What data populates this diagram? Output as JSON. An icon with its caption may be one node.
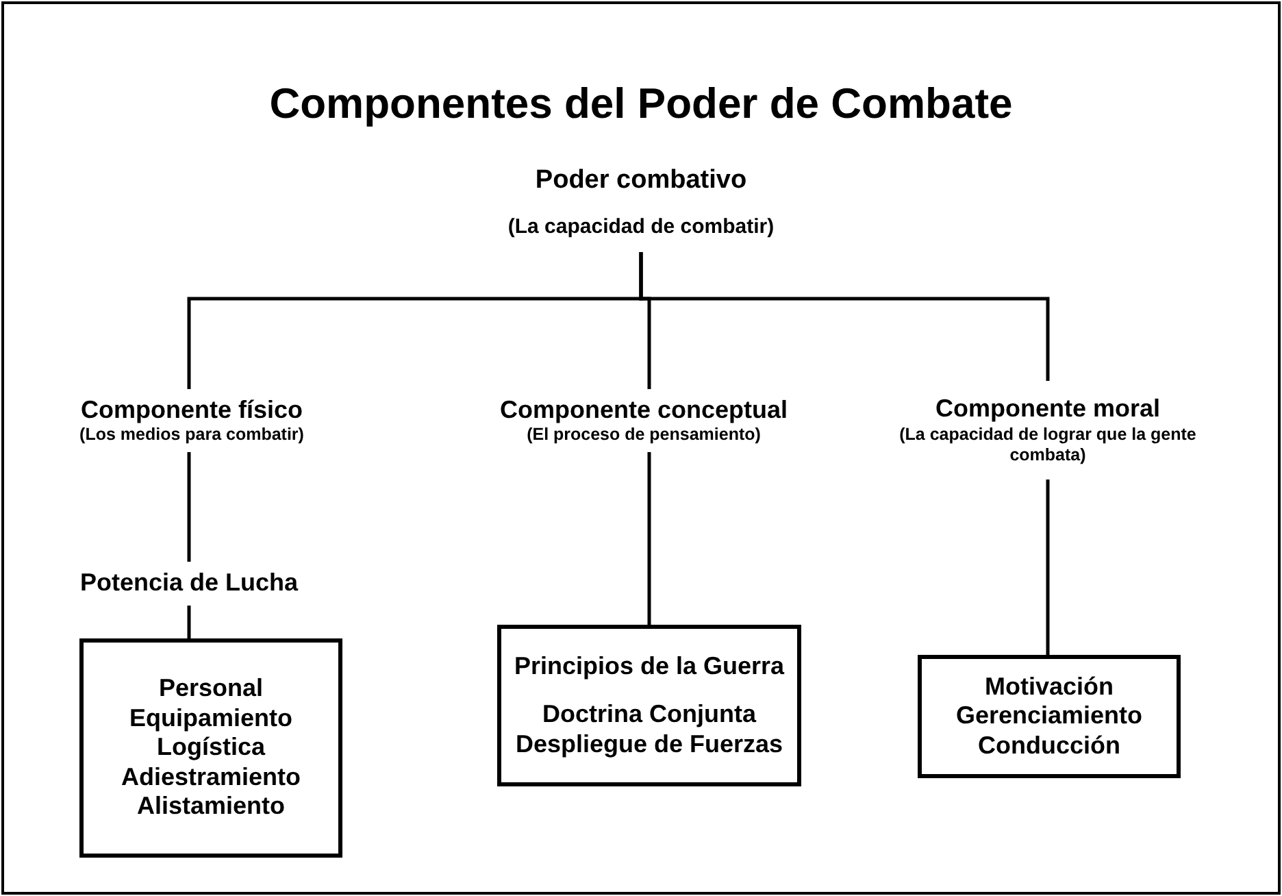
{
  "diagram": {
    "title": "Componentes del Poder de Combate",
    "nodes": [
      {
        "text": [
          "Poder combativo",
          "(La capacidad de combatir)"
        ]
      },
      {
        "text": [
          "Componente físico",
          "(Los medios para combatir)"
        ]
      },
      {
        "text": [
          "Componente conceptual",
          "(El proceso de pensamiento)"
        ]
      },
      {
        "text": [
          "Componente moral",
          "(La capacidad de lograr que la gente combata)"
        ]
      },
      {
        "text": [
          "Potencia de Lucha"
        ]
      },
      {
        "text": [
          "Personal",
          "Equipamiento",
          "Logística",
          "Adiestramiento",
          "Alistamiento"
        ]
      },
      {
        "text": [
          "Principios de la Guerra",
          "Doctrina Conjunta",
          "Despliegue de Fuerzas"
        ]
      },
      {
        "text": [
          "Motivación",
          "Gerenciamiento",
          "Conducción"
        ]
      }
    ],
    "edges": [
      {
        "from": 0,
        "to": 1,
        "arrow": "none"
      },
      {
        "from": 0,
        "to": 2,
        "arrow": "none"
      },
      {
        "from": 0,
        "to": 3,
        "arrow": "none"
      },
      {
        "from": 1,
        "to": 4,
        "arrow": "none"
      },
      {
        "from": 4,
        "to": 5,
        "arrow": "none"
      },
      {
        "from": 2,
        "to": 6,
        "arrow": "none"
      },
      {
        "from": 3,
        "to": 7,
        "arrow": "none"
      }
    ]
  }
}
